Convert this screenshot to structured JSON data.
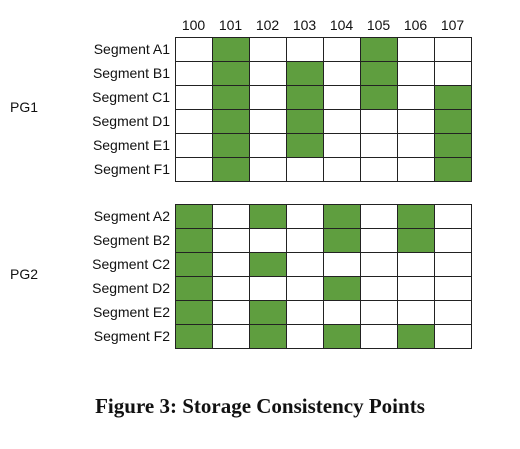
{
  "columns": [
    "100",
    "101",
    "102",
    "103",
    "104",
    "105",
    "106",
    "107"
  ],
  "groups": [
    {
      "label": "PG1",
      "rows": [
        {
          "label": "Segment A1",
          "cells": [
            0,
            1,
            0,
            0,
            0,
            1,
            0,
            0
          ]
        },
        {
          "label": "Segment B1",
          "cells": [
            0,
            1,
            0,
            1,
            0,
            1,
            0,
            0
          ]
        },
        {
          "label": "Segment C1",
          "cells": [
            0,
            1,
            0,
            1,
            0,
            1,
            0,
            1
          ]
        },
        {
          "label": "Segment D1",
          "cells": [
            0,
            1,
            0,
            1,
            0,
            0,
            0,
            1
          ]
        },
        {
          "label": "Segment E1",
          "cells": [
            0,
            1,
            0,
            1,
            0,
            0,
            0,
            1
          ]
        },
        {
          "label": "Segment F1",
          "cells": [
            0,
            1,
            0,
            0,
            0,
            0,
            0,
            1
          ]
        }
      ]
    },
    {
      "label": "PG2",
      "rows": [
        {
          "label": "Segment A2",
          "cells": [
            1,
            0,
            1,
            0,
            1,
            0,
            1,
            0
          ]
        },
        {
          "label": "Segment B2",
          "cells": [
            1,
            0,
            0,
            0,
            1,
            0,
            1,
            0
          ]
        },
        {
          "label": "Segment C2",
          "cells": [
            1,
            0,
            1,
            0,
            0,
            0,
            0,
            0
          ]
        },
        {
          "label": "Segment D2",
          "cells": [
            1,
            0,
            0,
            0,
            1,
            0,
            0,
            0
          ]
        },
        {
          "label": "Segment E2",
          "cells": [
            1,
            0,
            1,
            0,
            0,
            0,
            0,
            0
          ]
        },
        {
          "label": "Segment F2",
          "cells": [
            1,
            0,
            1,
            0,
            1,
            0,
            1,
            0
          ]
        }
      ]
    }
  ],
  "colors": {
    "filled": "#5f9e3f",
    "empty": "#ffffff",
    "border": "#222222"
  },
  "caption": "Figure 3: Storage Consistency Points"
}
